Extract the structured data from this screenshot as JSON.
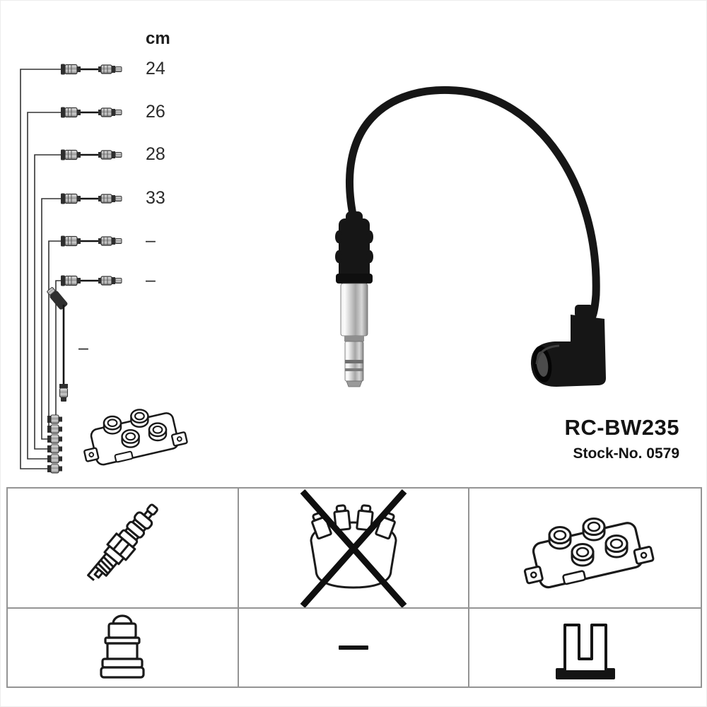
{
  "product": {
    "code": "RC-BW235",
    "stock_no": "Stock-No. 0579"
  },
  "schematic": {
    "unit_label": "cm",
    "cable_lengths": [
      "24",
      "26",
      "28",
      "33",
      "–",
      "–"
    ],
    "coil_cable_length": "–",
    "coil_icon": "ignition-coil-pack-icon",
    "cable_icon": "ignition-cable-icon"
  },
  "photo": {
    "subject_icon": "ignition-lead-with-straight-plug-connector-and-elbow-coil-boot-icon"
  },
  "grid": {
    "rows": 2,
    "cols": 3,
    "cells": [
      {
        "icon": "spark-plug-icon",
        "text": ""
      },
      {
        "icon": "distributor-cap-crossed-out-icon",
        "text": ""
      },
      {
        "icon": "ignition-coil-pack-icon",
        "text": ""
      },
      {
        "icon": "plug-connector-boot-icon",
        "text": ""
      },
      {
        "icon": "dash-icon",
        "text": "–"
      },
      {
        "icon": "mounting-clamp-icon",
        "text": ""
      }
    ]
  },
  "colors": {
    "background": "#ffffff",
    "ink": "#1a1a1a",
    "grid_line": "#949494",
    "cable_black": "#161616"
  }
}
